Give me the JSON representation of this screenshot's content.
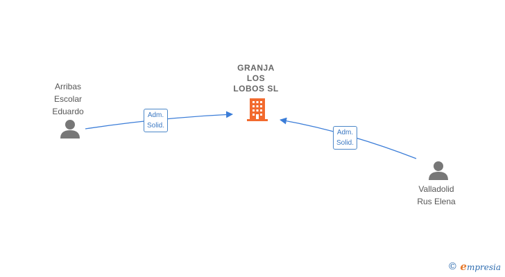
{
  "company": {
    "name_lines": [
      "GRANJA",
      "LOS",
      "LOBOS  SL"
    ]
  },
  "persons": [
    {
      "lines": [
        "Arribas",
        "Escolar",
        "Eduardo"
      ]
    },
    {
      "lines": [
        "Valladolid",
        "Rus Elena"
      ]
    }
  ],
  "relations": [
    {
      "lines": [
        "Adm.",
        "Solid."
      ]
    },
    {
      "lines": [
        "Adm.",
        "Solid."
      ]
    }
  ],
  "brand": {
    "copyright_symbol": "©",
    "letter": "e",
    "rest": "mpresia"
  },
  "colors": {
    "line": "#3b7dd8",
    "company_icon": "#f26a2e",
    "person_icon": "#777777"
  }
}
